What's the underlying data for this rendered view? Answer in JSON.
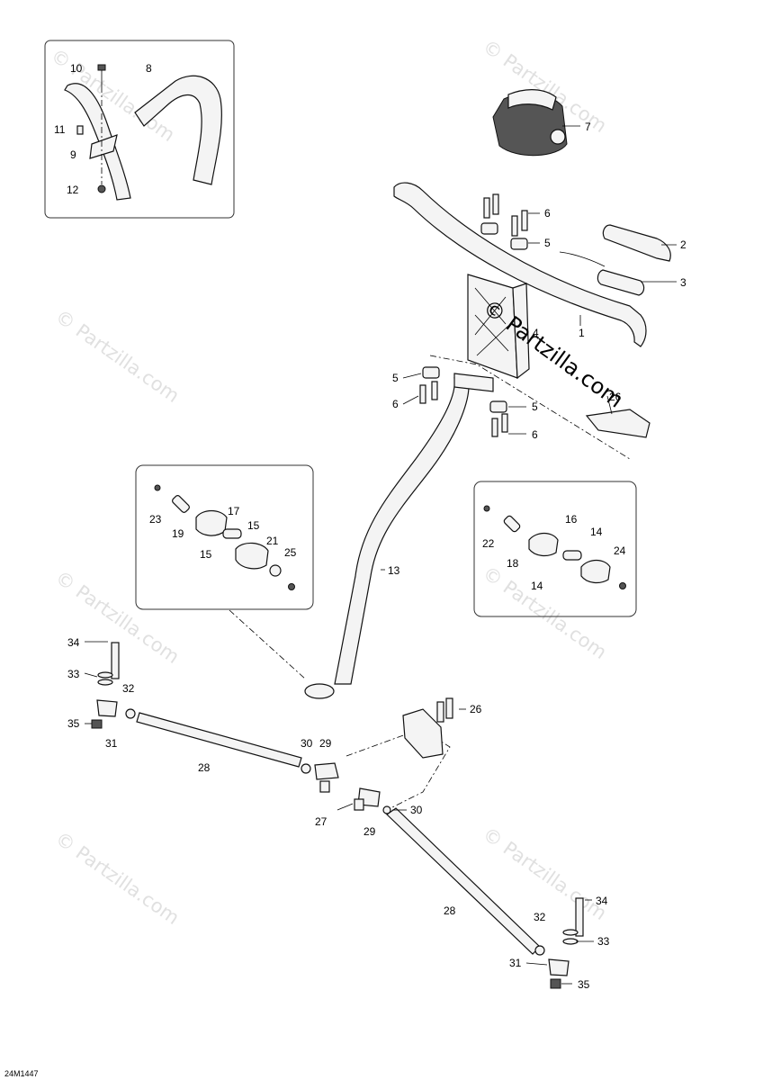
{
  "diagram_code": "24M1447",
  "watermark": {
    "center_text": "© Partzilla.com",
    "repeat_text": "© Partzilla.com"
  },
  "callouts": {
    "c1": "1",
    "c2": "2",
    "c3": "3",
    "c4": "4",
    "c5a": "5",
    "c5b": "5",
    "c5c": "5",
    "c6a": "6",
    "c6b": "6",
    "c6c": "6",
    "c7": "7",
    "c8": "8",
    "c9": "9",
    "c10": "10",
    "c11": "11",
    "c12": "12",
    "c13": "13",
    "c14a": "14",
    "c14b": "14",
    "c15a": "15",
    "c15b": "15",
    "c16": "16",
    "c17": "17",
    "c18": "18",
    "c19": "19",
    "c21": "21",
    "c22": "22",
    "c23": "23",
    "c24": "24",
    "c25": "25",
    "c26a": "26",
    "c26b": "26",
    "c27": "27",
    "c28a": "28",
    "c28b": "28",
    "c29a": "29",
    "c29b": "29",
    "c30a": "30",
    "c30b": "30",
    "c31a": "31",
    "c31b": "31",
    "c32a": "32",
    "c32b": "32",
    "c33a": "33",
    "c33b": "33",
    "c34a": "34",
    "c34b": "34",
    "c35a": "35",
    "c35b": "35"
  },
  "colors": {
    "line": "#000000",
    "part_fill": "#f4f4f4",
    "watermark": "#c8c8c8"
  }
}
